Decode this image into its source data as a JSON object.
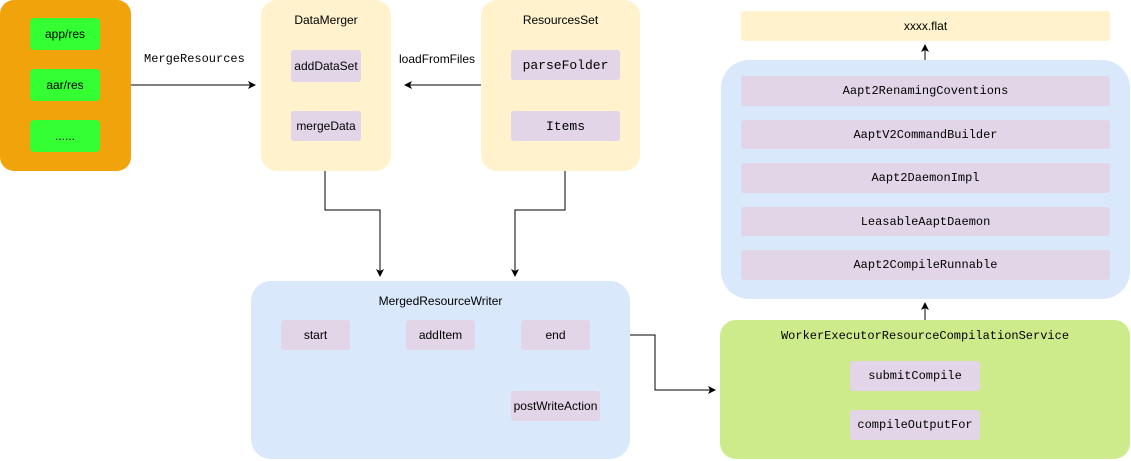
{
  "sources": {
    "items": [
      "app/res",
      "aar/res",
      "......"
    ]
  },
  "edges": {
    "merge_resources": "MergeResources",
    "load_from_files": "loadFromFiles"
  },
  "data_merger": {
    "title": "DataMerger",
    "add_data_set": "addDataSet",
    "merge_data": "mergeData"
  },
  "resources_set": {
    "title": "ResourcesSet",
    "parse_folder": "parseFolder",
    "items": "Items"
  },
  "merged_resource_writer": {
    "title": "MergedResourceWriter",
    "start": "start",
    "add_item": "addItem",
    "end": "end",
    "post_write_action": "postWriteAction"
  },
  "output": {
    "flat": "xxxx.flat"
  },
  "aapt_stack": {
    "renaming": "Aapt2RenamingCoventions",
    "command_builder": "AaptV2CommandBuilder",
    "daemon_impl": "Aapt2DaemonImpl",
    "leasable_daemon": "LeasableAaptDaemon",
    "compile_runnable": "Aapt2CompileRunnable"
  },
  "compilation_service": {
    "title": "WorkerExecutorResourceCompilationService",
    "submit_compile": "submitCompile",
    "compile_output_for": "compileOutputFor"
  },
  "colors": {
    "sources_bg": "#f0a30a",
    "source_item": "#33ff33",
    "merger_bg": "#fff2cc",
    "writer_bg": "#dae8fc",
    "service_bg": "#cdeb8b",
    "method_box": "#e1d5e7"
  }
}
